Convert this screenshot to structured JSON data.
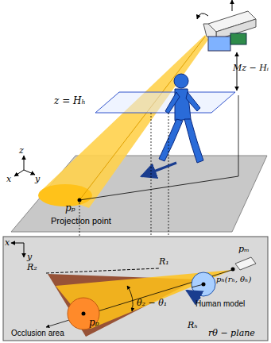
{
  "diagram": {
    "labels": [
      "z",
      "x",
      "y",
      "z = Hₕ",
      "Mz − Hᵢ",
      "pₚ",
      "Projection point",
      "x",
      "y",
      "R₁",
      "R₂",
      "pₘ",
      "pₕ(rₕ, θₕ)",
      "Human model",
      "Rₕ",
      "pₚ",
      "θ₂ − θ₁",
      "Occlusion area",
      "rθ − plane"
    ]
  }
}
